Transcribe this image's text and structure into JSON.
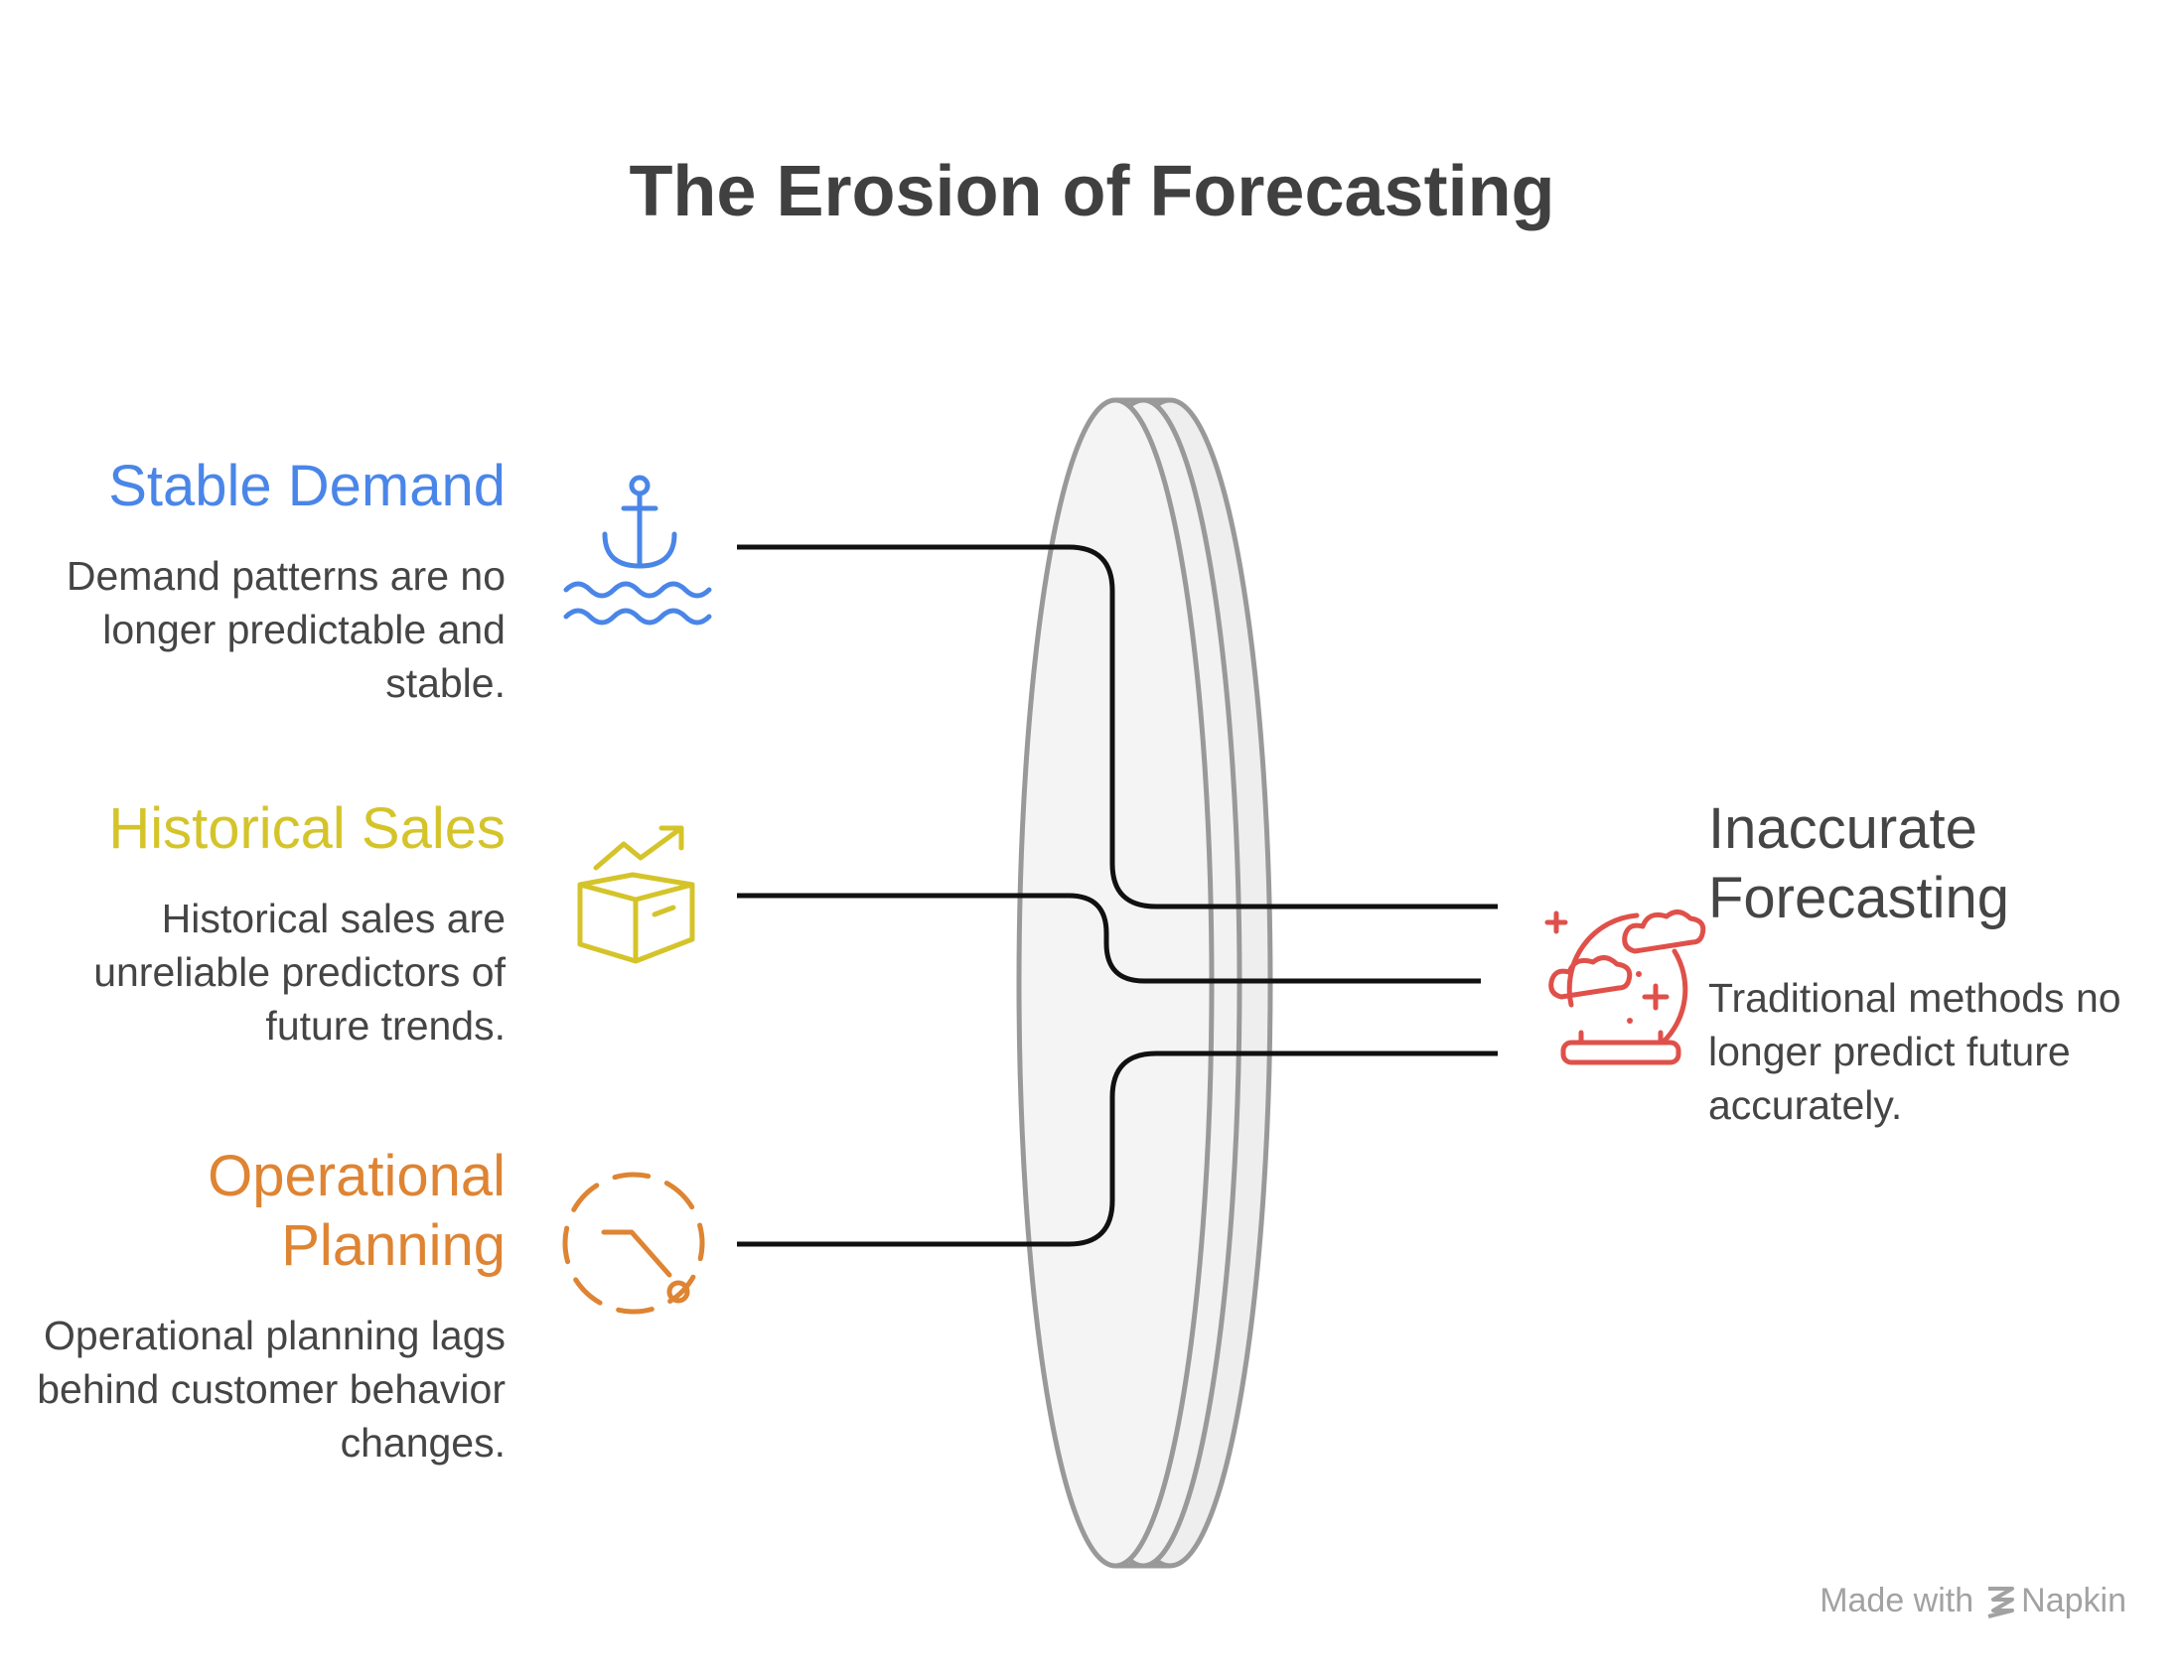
{
  "title": "The Erosion of Forecasting",
  "inputs": [
    {
      "heading": "Stable Demand",
      "description": "Demand patterns are no longer predictable and stable.",
      "color": "#4A86E8",
      "icon": "anchor-waves-icon"
    },
    {
      "heading": "Historical Sales",
      "description": "Historical sales are unreliable predictors of future trends.",
      "color": "#D4C42A",
      "icon": "box-trend-icon"
    },
    {
      "heading": "Operational Planning",
      "description": "Operational planning lags behind customer behavior changes.",
      "color": "#DE8433",
      "icon": "dashed-cycle-icon"
    }
  ],
  "output": {
    "heading": "Inaccurate Forecasting",
    "description": "Traditional methods no longer predict future accurately.",
    "color": "#E0504A",
    "icon": "crystal-ball-icon"
  },
  "footer": {
    "made_with": "Made with",
    "brand": "Napkin"
  }
}
